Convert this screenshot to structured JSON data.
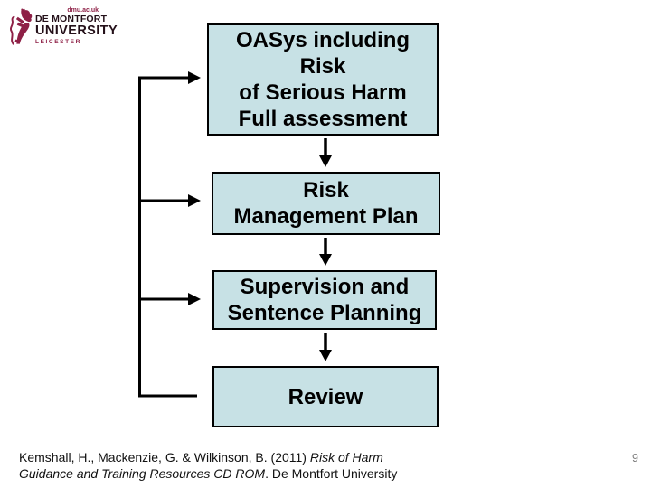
{
  "logo": {
    "url_text": "dmu.ac.uk",
    "line1": "DE MONTFORT",
    "line2": "UNIVERSITY",
    "line3": "LEICESTER",
    "brand_maroon": "#8e2046"
  },
  "flowchart": {
    "box_fill": "#c7e1e5",
    "box_border": "#000000",
    "arrow_color": "#000000",
    "boxes": [
      {
        "id": "oasys",
        "lines": [
          "OASys including",
          "Risk",
          "of Serious Harm",
          "Full assessment"
        ]
      },
      {
        "id": "risk-management-plan",
        "lines": [
          "Risk",
          "Management Plan"
        ]
      },
      {
        "id": "supervision-sentence-planning",
        "lines": [
          "Supervision and",
          "Sentence Planning"
        ]
      },
      {
        "id": "review",
        "lines": [
          "Review"
        ]
      }
    ]
  },
  "citation": {
    "normal1": "Kemshall, H., Mackenzie, G. & Wilkinson, B. (2011) ",
    "italic1": "Risk of Harm",
    "italic2": "Guidance and Training Resources CD ROM",
    "normal2": ". De Montfort University"
  },
  "footer": {
    "page_number": "9"
  }
}
